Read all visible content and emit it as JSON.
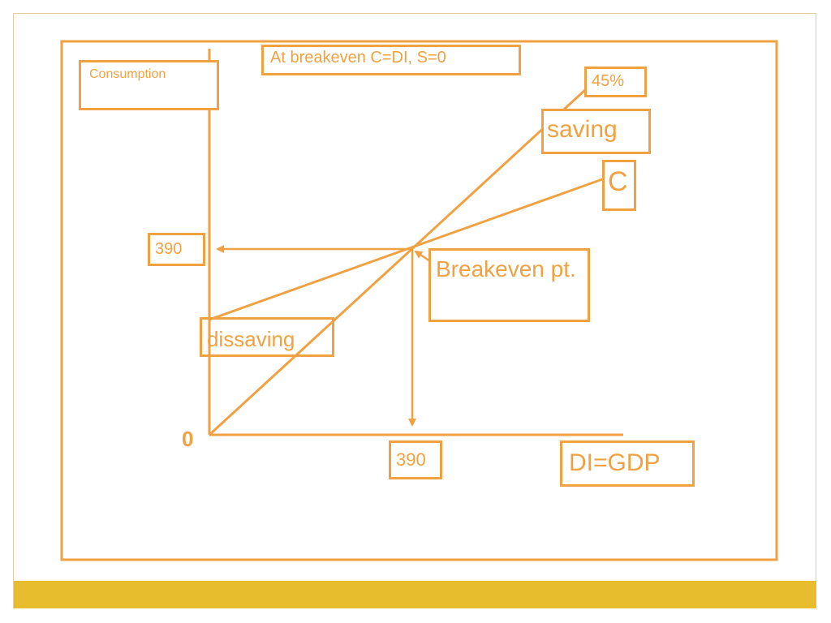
{
  "colors": {
    "accent": "#f0a142",
    "footer": "#e7bd2d",
    "background": "#ffffff"
  },
  "labels": {
    "top_note": "At breakeven C=DI, S=0",
    "y_axis": "Consumption",
    "forty_five": "45%",
    "saving": "saving",
    "consumption_line": "C",
    "y_value": "390",
    "breakeven": "Breakeven pt.",
    "dissaving": "dissaving",
    "origin": "0",
    "x_value": "390",
    "x_axis": "DI=GDP"
  }
}
